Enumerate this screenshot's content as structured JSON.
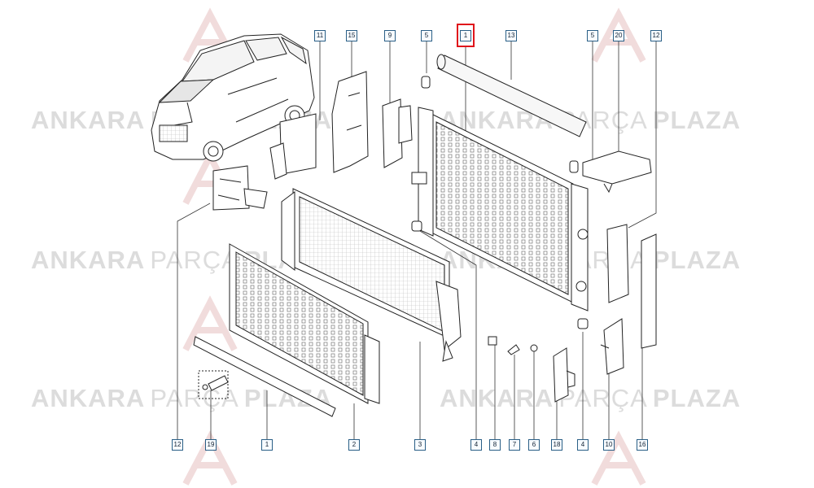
{
  "watermark": {
    "w1": "ANKARA",
    "w2": "PARÇA",
    "w3": "PLAZA"
  },
  "labels": {
    "top": [
      "11",
      "15",
      "9",
      "5",
      "1",
      "13",
      "5",
      "20",
      "12"
    ],
    "bottom": [
      "12",
      "19",
      "1",
      "2",
      "3",
      "4",
      "8",
      "7",
      "6",
      "18",
      "4",
      "10",
      "16"
    ]
  },
  "selected_label": "1",
  "colors": {
    "highlight": "#e0141b",
    "line": "#222222",
    "tag_border": "#2a5f86",
    "watermark": "#dcdcdc"
  }
}
